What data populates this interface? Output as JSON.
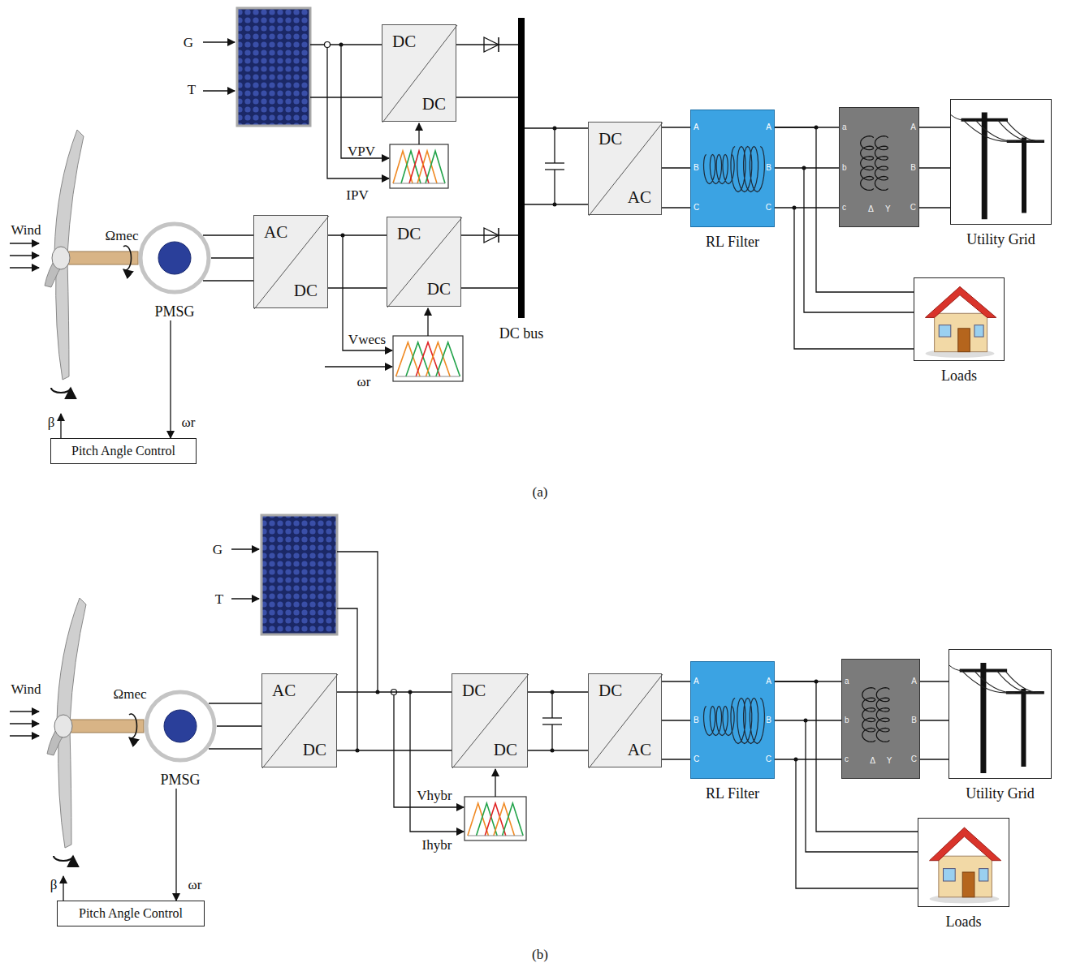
{
  "diagram": {
    "nodes": [
      {
        "text": [
          "DC",
          "DC"
        ]
      },
      {
        "text": [
          "DC bus"
        ]
      },
      {
        "text": [
          "PMSG"
        ]
      },
      {
        "text": [
          "AC",
          "DC"
        ]
      },
      {
        "text": [
          "DC",
          "DC"
        ]
      },
      {
        "text": [
          "DC",
          "AC"
        ]
      },
      {
        "text": [
          "A",
          "B",
          "C",
          "A",
          "B",
          "C",
          "RL Filter"
        ]
      },
      {
        "text": [
          "a",
          "b",
          "c",
          "A",
          "B",
          "C",
          "Δ",
          "Y"
        ]
      },
      {
        "text": [
          "Utility Grid"
        ]
      },
      {
        "text": [
          "Loads"
        ]
      },
      {
        "text": [
          "Pitch Angle Control"
        ]
      },
      {
        "text": [
          "PMSG"
        ]
      },
      {
        "text": [
          "AC",
          "DC"
        ]
      },
      {
        "text": [
          "DC",
          "DC"
        ]
      },
      {
        "text": [
          "DC",
          "AC"
        ]
      },
      {
        "text": [
          "A",
          "B",
          "C",
          "A",
          "B",
          "C",
          "RL Filter"
        ]
      },
      {
        "text": [
          "a",
          "b",
          "c",
          "A",
          "B",
          "C",
          "Δ",
          "Y"
        ]
      },
      {
        "text": [
          "Utility Grid"
        ]
      },
      {
        "text": [
          "Loads"
        ]
      },
      {
        "text": [
          "Pitch Angle Control"
        ]
      }
    ],
    "edges": [
      {
        "from": 0,
        "to": 1,
        "arrow": "none"
      },
      {
        "from": 2,
        "to": 3,
        "arrow": "none"
      },
      {
        "from": 3,
        "to": 4,
        "arrow": "none"
      },
      {
        "from": 4,
        "to": 1,
        "arrow": "none"
      },
      {
        "from": 1,
        "to": 5,
        "arrow": "none"
      },
      {
        "from": 5,
        "to": 6,
        "arrow": "none"
      },
      {
        "from": 6,
        "to": 7,
        "arrow": "none"
      },
      {
        "from": 7,
        "to": 8,
        "arrow": "none"
      },
      {
        "from": 6,
        "to": 9,
        "arrow": "none"
      },
      {
        "from": 2,
        "to": 10,
        "arrow": "to"
      },
      {
        "from": 11,
        "to": 12,
        "arrow": "none"
      },
      {
        "from": 12,
        "to": 13,
        "arrow": "none"
      },
      {
        "from": 13,
        "to": 14,
        "arrow": "none"
      },
      {
        "from": 14,
        "to": 15,
        "arrow": "none"
      },
      {
        "from": 15,
        "to": 16,
        "arrow": "none"
      },
      {
        "from": 16,
        "to": 17,
        "arrow": "none"
      },
      {
        "from": 15,
        "to": 18,
        "arrow": "none"
      },
      {
        "from": 11,
        "to": 19,
        "arrow": "to"
      }
    ],
    "labels": [
      "G",
      "T",
      "VPV",
      "IPV",
      "Wind",
      "Ωmec",
      "Vwecs",
      "ωr",
      "β",
      "ωr",
      "(a)",
      "G",
      "T",
      "Wind",
      "Ωmec",
      "Vhybr",
      "Ihybr",
      "β",
      "ωr",
      "(b)"
    ]
  }
}
